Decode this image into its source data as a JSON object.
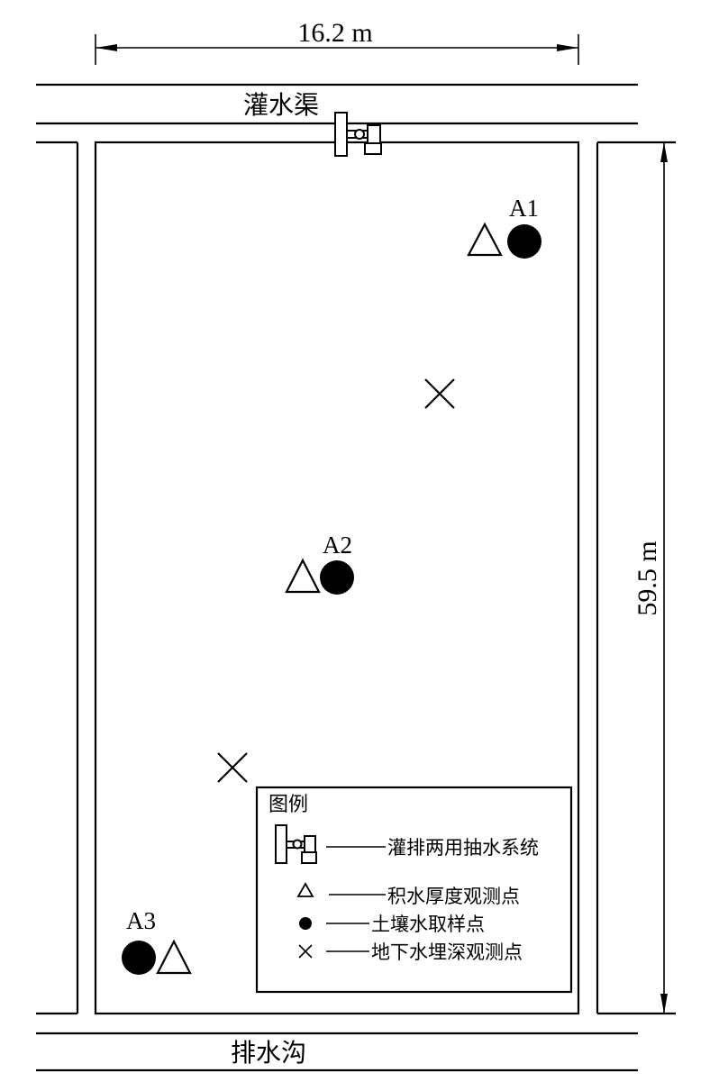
{
  "dimensions": {
    "width_label": "16.2 m",
    "length_label": "59.5 m"
  },
  "labels": {
    "canal_top": "灌水渠",
    "ditch_bottom": "排水沟"
  },
  "points": {
    "a1": "A1",
    "a2": "A2",
    "a3": "A3"
  },
  "legend": {
    "title": "图例",
    "items": [
      {
        "icon": "pump-system-icon",
        "label": "灌排两用抽水系统"
      },
      {
        "icon": "triangle-icon",
        "label": "积水厚度观测点"
      },
      {
        "icon": "filled-circle-icon",
        "label": "土壤水取样点"
      },
      {
        "icon": "cross-icon",
        "label": "地下水埋深观测点"
      }
    ]
  }
}
